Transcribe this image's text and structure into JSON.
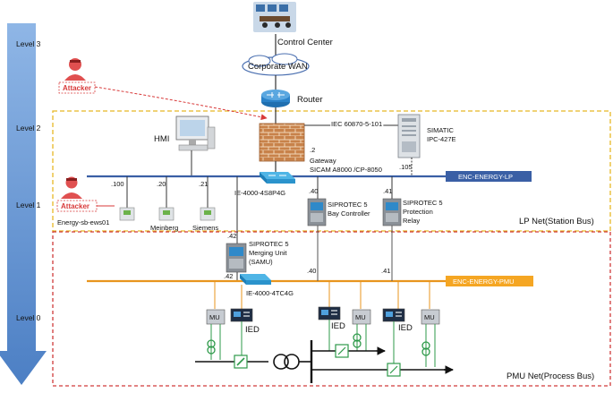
{
  "levels": [
    "Level 3",
    "Level 2",
    "Level 1",
    "Level 0"
  ],
  "control_center": "Control Center",
  "wan": "Corporate WAN",
  "router": "Router",
  "attackers": [
    "Attacker",
    "Attacker"
  ],
  "hmi": "HMI",
  "iec": "IEC 60870-5-101",
  "simatic": [
    "SIMATIC",
    "IPC-427E"
  ],
  "gateway": [
    "Gateway",
    "SICAM A8000 /CP-8050"
  ],
  "addr": {
    "gw": ".2",
    "ipc": ".105",
    "ews": ".100",
    "meinberg": ".20",
    "siemens": ".21",
    "bay": ".40",
    "prot": ".41",
    "samu_top": ".42",
    "samu_bot": ".42",
    "bay_pmu": ".40",
    "prot_pmu": ".41"
  },
  "switch_lp": "IE-4000-4S8P4G",
  "switch_pmu": "IE-4000-4TC4G",
  "bus_lp": "ENC-ENERGY-LP",
  "bus_pmu": "ENC-ENERGY-PMU",
  "ews": "Energy-sb-ews01",
  "meinberg": "Meinberg",
  "siemens": "Siemens",
  "bay": [
    "SIPROTEC 5",
    "Bay Controller"
  ],
  "prot": [
    "SIPROTEC 5",
    "Protection",
    "Relay"
  ],
  "samu": [
    "SIPROTEC 5",
    "Merging Unit",
    "(SAMU)"
  ],
  "lp_net": "LP Net(Station Bus)",
  "pmu_net": "PMU Net(Process Bus)",
  "mu": "MU",
  "ied": "IED",
  "colors": {
    "arrow": "#5b8fd0",
    "station_box": "#e7b825",
    "process_box": "#d03a3a",
    "lp_bus": "#3a5fa5",
    "pmu_bus": "#e8951e",
    "attacker": "#e05050",
    "attack_line": "#d83a3a"
  }
}
